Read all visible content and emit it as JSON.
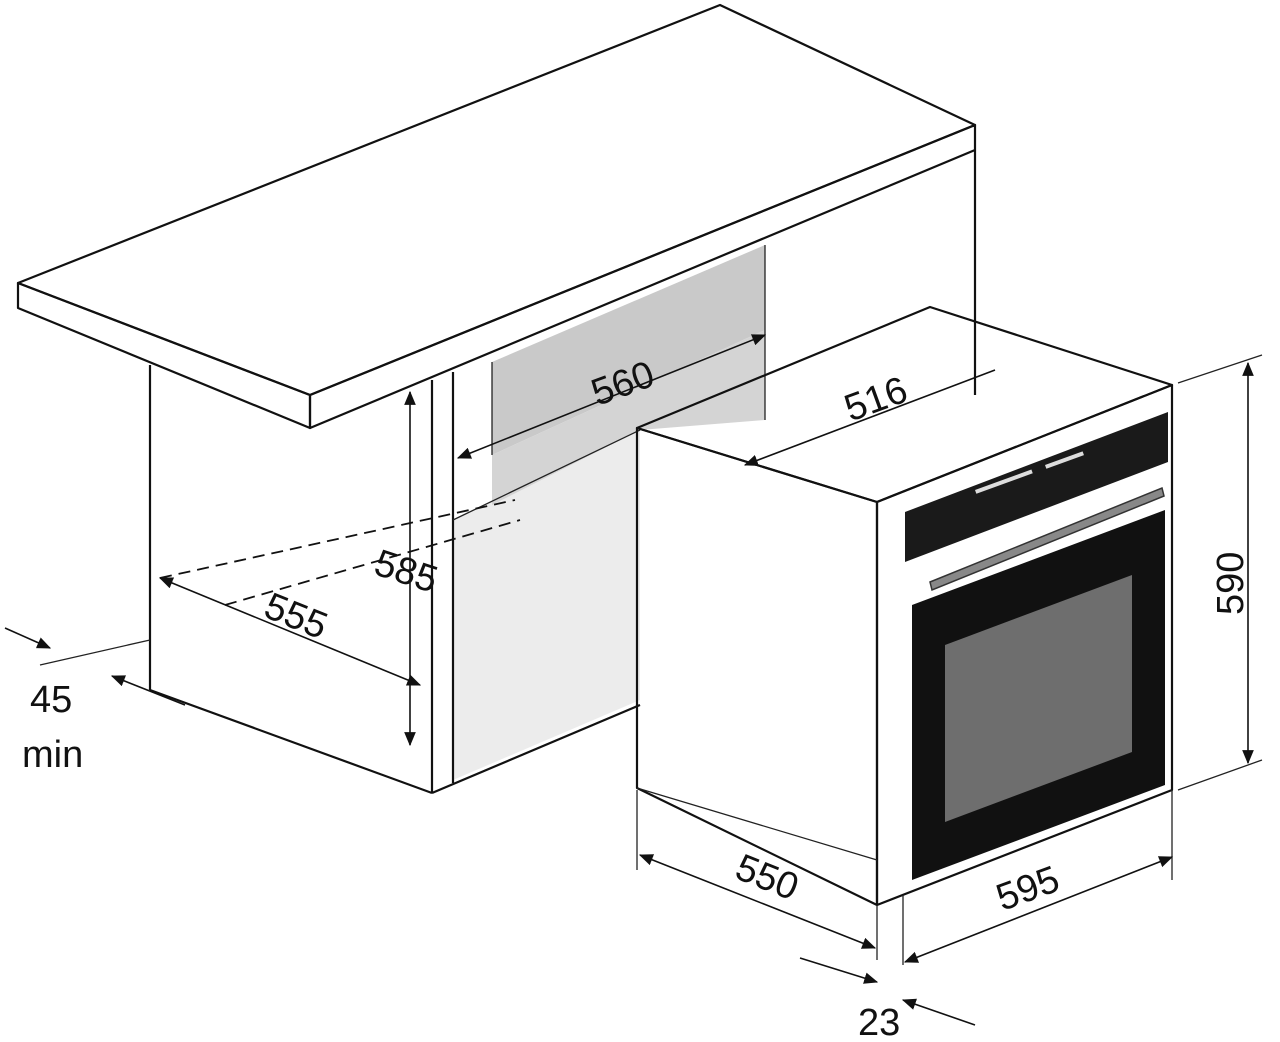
{
  "diagram": {
    "type": "built-in oven installation dimensions",
    "units": "mm",
    "dimensions": {
      "niche_width": "560",
      "oven_depth_body": "516",
      "niche_height": "585",
      "niche_depth": "555",
      "ventilation_gap_value": "45",
      "ventilation_gap_unit": "min",
      "oven_height": "590",
      "oven_depth": "550",
      "oven_width": "595",
      "front_panel_depth": "23"
    },
    "colors": {
      "line": "#111111",
      "niche_back": "#c9c9c9",
      "niche_floor": "#ececec",
      "control_panel": "#1a1a1a",
      "door_window": "#6e6e6e"
    }
  }
}
